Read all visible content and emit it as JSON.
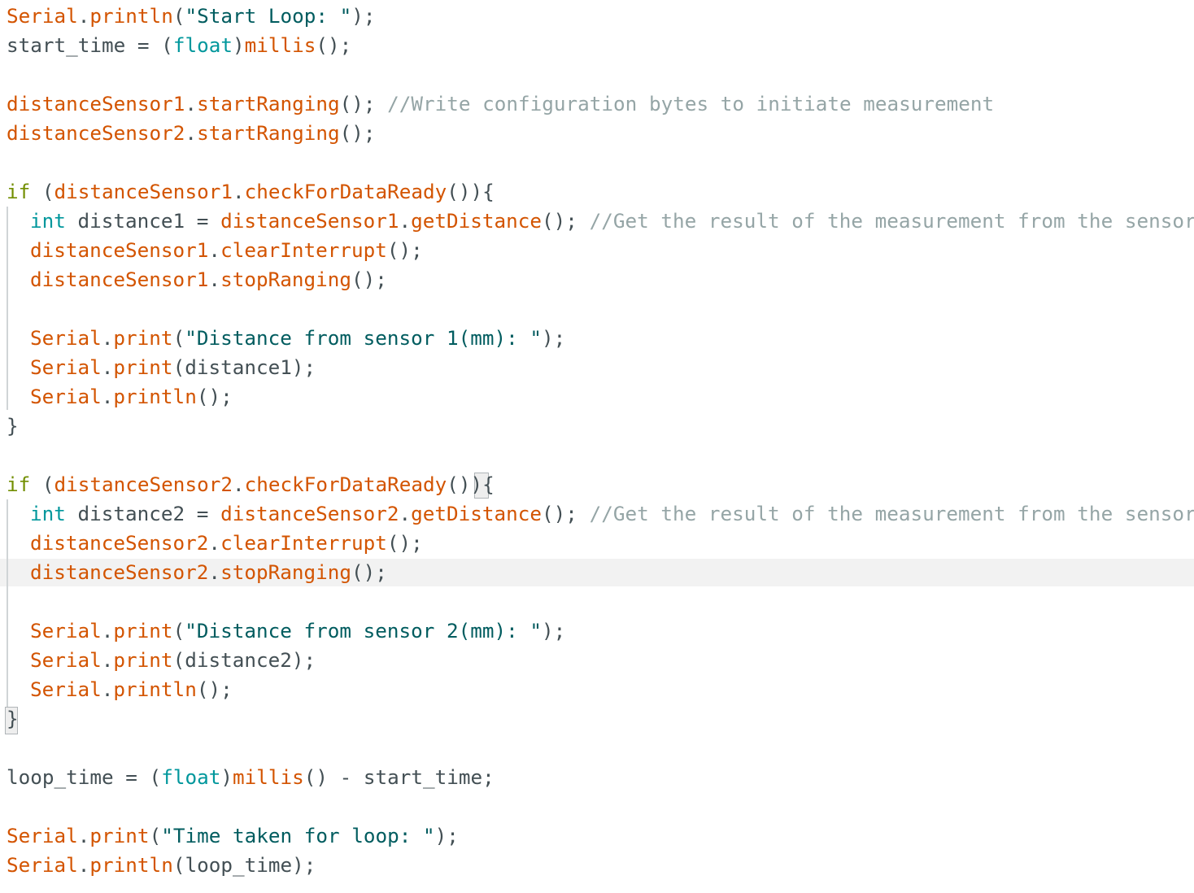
{
  "code": {
    "l1": {
      "obj": "Serial",
      "dot": ".",
      "fn": "println",
      "p1": "(",
      "str": "\"Start Loop: \"",
      "end": ");"
    },
    "l2": {
      "var": "start_time = ",
      "p1": "(",
      "type": "float",
      "p2": ")",
      "fn": "millis",
      "end": "();"
    },
    "l4": {
      "obj": "distanceSensor1",
      "dot": ".",
      "fn": "startRanging",
      "end": "(); ",
      "comment": "//Write configuration bytes to initiate measurement"
    },
    "l5": {
      "obj": "distanceSensor2",
      "dot": ".",
      "fn": "startRanging",
      "end": "();"
    },
    "l7": {
      "kw": "if",
      "sp": " (",
      "obj": "distanceSensor1",
      "dot": ".",
      "fn": "checkForDataReady",
      "end": "()){"
    },
    "l8": {
      "type": "int",
      "var": " distance1 = ",
      "obj": "distanceSensor1",
      "dot": ".",
      "fn": "getDistance",
      "end": "(); ",
      "comment": "//Get the result of the measurement from the sensor"
    },
    "l9": {
      "obj": "distanceSensor1",
      "dot": ".",
      "fn": "clearInterrupt",
      "end": "();"
    },
    "l10": {
      "obj": "distanceSensor1",
      "dot": ".",
      "fn": "stopRanging",
      "end": "();"
    },
    "l12": {
      "obj": "Serial",
      "dot": ".",
      "fn": "print",
      "p1": "(",
      "str": "\"Distance from sensor 1(mm): \"",
      "end": ");"
    },
    "l13": {
      "obj": "Serial",
      "dot": ".",
      "fn": "print",
      "rest": "(distance1);"
    },
    "l14": {
      "obj": "Serial",
      "dot": ".",
      "fn": "println",
      "end": "();"
    },
    "l15": {
      "close": "}"
    },
    "l17": {
      "kw": "if",
      "sp": " (",
      "obj": "distanceSensor2",
      "dot": ".",
      "fn": "checkForDataReady",
      "end": "())",
      "brace": "{"
    },
    "l18": {
      "type": "int",
      "var": " distance2 = ",
      "obj": "distanceSensor2",
      "dot": ".",
      "fn": "getDistance",
      "end": "(); ",
      "comment": "//Get the result of the measurement from the sensor"
    },
    "l19": {
      "obj": "distanceSensor2",
      "dot": ".",
      "fn": "clearInterrupt",
      "end": "();"
    },
    "l20": {
      "obj": "distanceSensor2",
      "dot": ".",
      "fn": "stopRanging",
      "end": "();"
    },
    "l22": {
      "obj": "Serial",
      "dot": ".",
      "fn": "print",
      "p1": "(",
      "str": "\"Distance from sensor 2(mm): \"",
      "end": ");"
    },
    "l23": {
      "obj": "Serial",
      "dot": ".",
      "fn": "print",
      "rest": "(distance2);"
    },
    "l24": {
      "obj": "Serial",
      "dot": ".",
      "fn": "println",
      "end": "();"
    },
    "l25": {
      "close": "}"
    },
    "l27": {
      "var": "loop_time = ",
      "p1": "(",
      "type": "float",
      "p2": ")",
      "fn": "millis",
      "rest": "() - start_time;"
    },
    "l29": {
      "obj": "Serial",
      "dot": ".",
      "fn": "print",
      "p1": "(",
      "str": "\"Time taken for loop: \"",
      "end": ");"
    },
    "l30": {
      "obj": "Serial",
      "dot": ".",
      "fn": "println",
      "rest": "(loop_time);"
    }
  },
  "colors": {
    "object": "#d35400",
    "function": "#d35400",
    "string": "#005c5f",
    "type": "#00979c",
    "keyword": "#728e00",
    "comment": "#95a5a6",
    "plain": "#434f54",
    "current_line": "#f2f2f2"
  }
}
